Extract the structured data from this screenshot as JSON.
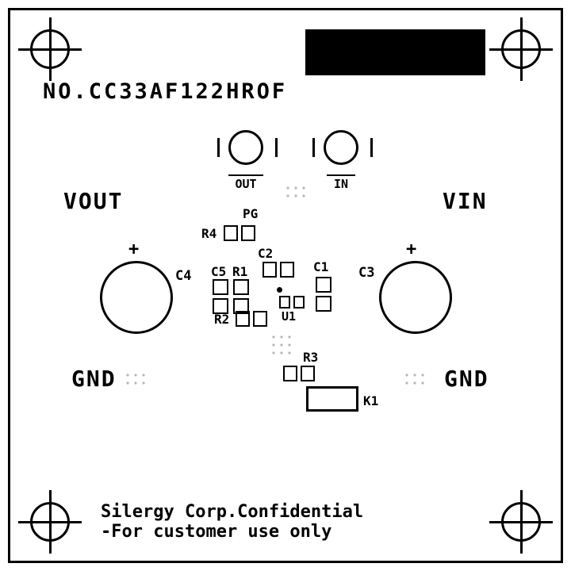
{
  "board": {
    "no_label": "NO.CC33AF122HROF",
    "footer_line1": "Silergy Corp.Confidential",
    "footer_line2": "-For customer use only"
  },
  "connectors": {
    "out_label": "OUT",
    "in_label": "IN"
  },
  "nets": {
    "vout": "VOUT",
    "vin": "VIN",
    "gnd_left": "GND",
    "gnd_right": "GND"
  },
  "refdes": {
    "pg": "PG",
    "r4": "R4",
    "c2": "C2",
    "c1": "C1",
    "c5": "C5",
    "r1": "R1",
    "r2": "R2",
    "u1": "U1",
    "c4": "C4",
    "c3": "C3",
    "r3": "R3",
    "k1": "K1",
    "c4_polarity": "+",
    "c3_polarity": "+"
  },
  "colors": {
    "silkscreen": "#000000",
    "background": "#ffffff",
    "via_dot": "#b8b8b8"
  }
}
